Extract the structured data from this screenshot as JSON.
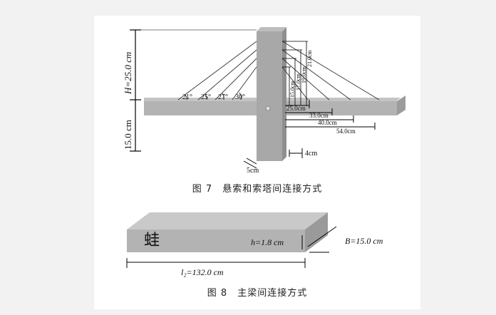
{
  "figure7": {
    "caption": "图 7　悬索和索塔间连接方式",
    "height_label": "H=25.0 cm",
    "lower_label": "15.0 cm",
    "angles": [
      "21°",
      "25°",
      "27°",
      "30°"
    ],
    "vertical_dims": [
      "15.0cm",
      "17.0cm",
      "19.0cm",
      "21.0cm"
    ],
    "horizontal_dims": [
      "25.0cm",
      "33.0cm",
      "40.0cm",
      "54.0cm"
    ],
    "tower_width": "4cm",
    "tower_depth": "5cm"
  },
  "figure8": {
    "caption": "图 8　主梁间连接方式",
    "h_label": "h=1.8 cm",
    "b_label": "B=15.0 cm",
    "l_label": "l₂=132.0 cm"
  },
  "colors": {
    "deck": "#b3b3b3",
    "tower": "#a8a8a8",
    "dimension": "#000000"
  }
}
